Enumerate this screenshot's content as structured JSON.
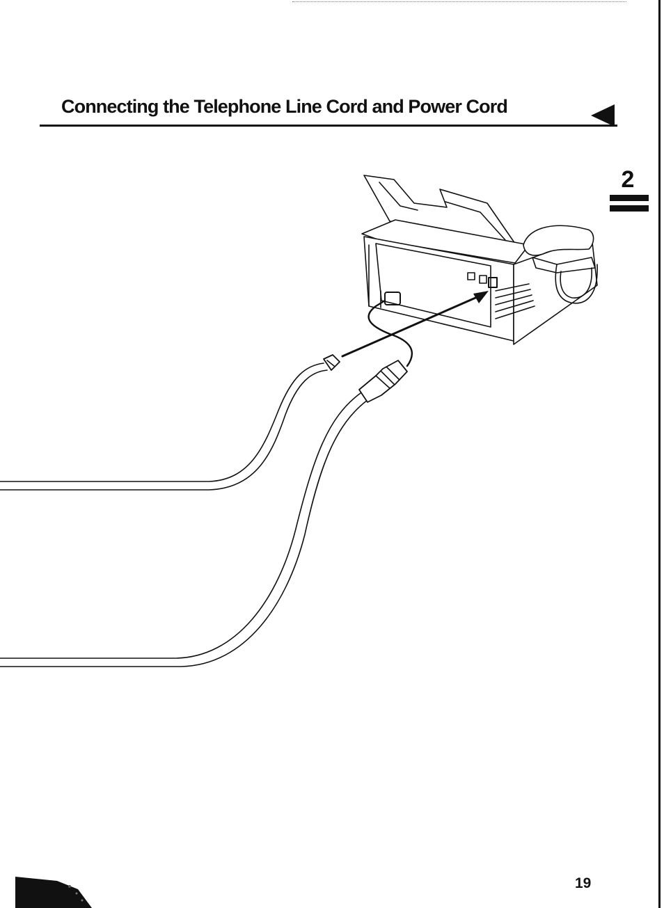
{
  "header": {
    "title": "Connecting the Telephone Line Cord and Power Cord"
  },
  "chapter_tab": {
    "number": "2"
  },
  "illustration": {
    "subject": "fax-machine-rear-connections",
    "icons": [
      "fax-machine-icon",
      "telephone-line-cord-icon",
      "power-cord-icon",
      "arrow-icon"
    ]
  },
  "footer": {
    "page_number": "19"
  },
  "colors": {
    "ink": "#111111",
    "paper": "#ffffff"
  }
}
